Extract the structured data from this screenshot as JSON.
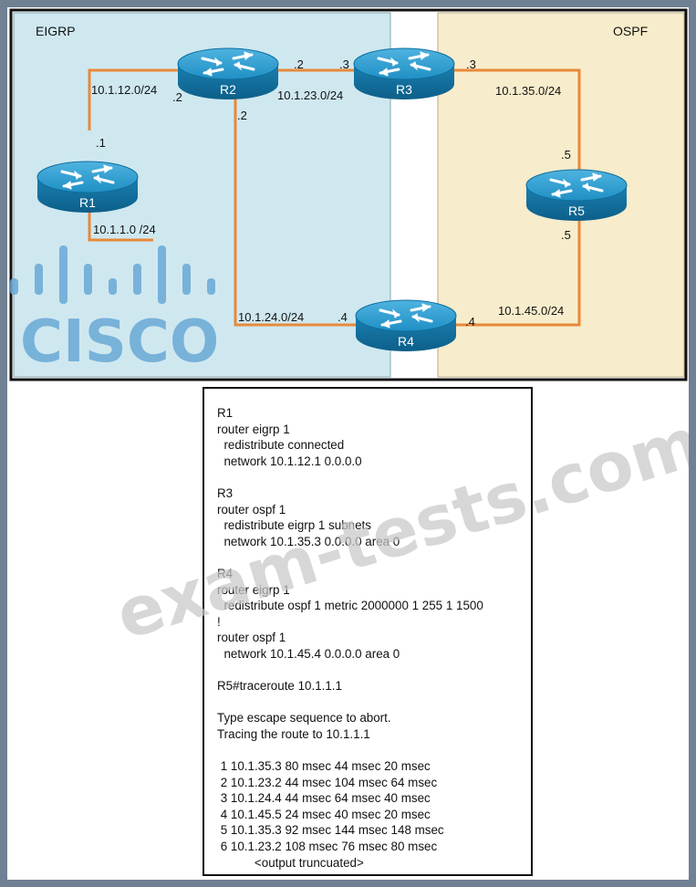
{
  "areas": {
    "eigrp": "EIGRP",
    "ospf": "OSPF"
  },
  "routers": {
    "r1": "R1",
    "r2": "R2",
    "r3": "R3",
    "r4": "R4",
    "r5": "R5"
  },
  "links": {
    "r1_r2": {
      "subnet": "10.1.12.0/24",
      "r1_end": ".1",
      "r2_end": ".2"
    },
    "r2_r3": {
      "subnet": "10.1.23.0/24",
      "r2_end": ".2",
      "r3_end": ".3"
    },
    "r2_r4": {
      "subnet": "10.1.24.0/24",
      "r2_end": ".2",
      "r4_end": ".4"
    },
    "r3_r5": {
      "subnet": "10.1.35.0/24",
      "r3_end": ".3",
      "r5_end": ".5"
    },
    "r4_r5": {
      "subnet": "10.1.45.0/24",
      "r4_end": ".4",
      "r5_end": ".5"
    },
    "r1_lan": {
      "subnet": "10.1.1.0 /24"
    }
  },
  "logo_text": "CISCO",
  "watermark": "exam-tests.com",
  "config_lines": [
    "R1",
    "router eigrp 1",
    "  redistribute connected",
    "  network 10.1.12.1 0.0.0.0",
    "",
    "R3",
    "router ospf 1",
    "  redistribute eigrp 1 subnets",
    "  network 10.1.35.3 0.0.0.0 area 0",
    "",
    "R4",
    "router eigrp 1",
    "  redistribute ospf 1 metric 2000000 1 255 1 1500",
    "!",
    "router ospf 1",
    "  network 10.1.45.4 0.0.0.0 area 0",
    "",
    "R5#traceroute 10.1.1.1",
    "",
    "Type escape sequence to abort.",
    "Tracing the route to 10.1.1.1",
    "",
    " 1 10.1.35.3 80 msec 44 msec 20 msec",
    " 2 10.1.23.2 44 msec 104 msec 64 msec",
    " 3 10.1.24.4 44 msec 64 msec 40 msec",
    " 4 10.1.45.5 24 msec 40 msec 20 msec",
    " 5 10.1.35.3 92 msec 144 msec 148 msec",
    " 6 10.1.23.2 108 msec 76 msec 80 msec",
    "           <output truncuated>"
  ],
  "colors": {
    "eigrp_bg": "#cfe8f0",
    "ospf_bg": "#f7eccb",
    "link": "#e8893a",
    "router": "#1d86b8"
  }
}
